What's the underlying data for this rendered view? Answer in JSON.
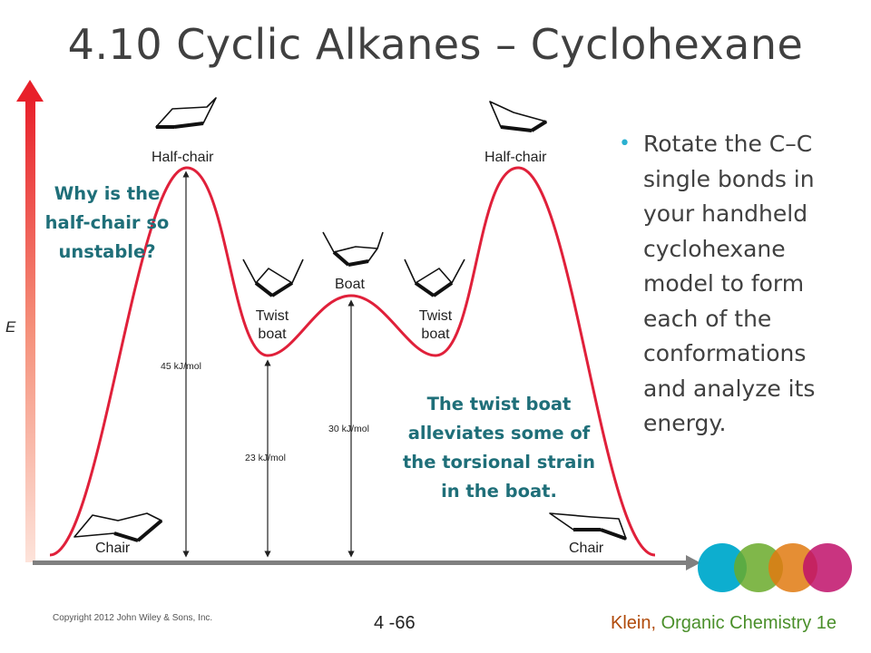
{
  "slide": {
    "title": "4.10 Cyclic Alkanes – Cyclohexane",
    "bullet": "Rotate the C–C single bonds in your handheld cyclohexane model to form each of the conformations and analyze its energy.",
    "note_halfchair": "Why is the half-chair so unstable?",
    "note_twistboat": "The twist boat alleviates some of the torsional strain in the boat.",
    "footer": {
      "copyright": "Copyright 2012 John Wiley & Sons, Inc.",
      "page": "4 -66",
      "author": "Klein,",
      "book": "Organic Chemistry 1e"
    }
  },
  "diagram": {
    "y_axis_label": "E",
    "conformations": {
      "chair_left": "Chair",
      "halfchair_left": "Half-chair",
      "twistboat_left_line1": "Twist",
      "twistboat_left_line2": "boat",
      "boat": "Boat",
      "twistboat_right_line1": "Twist",
      "twistboat_right_line2": "boat",
      "halfchair_right": "Half-chair",
      "chair_right": "Chair"
    },
    "energies": {
      "halfchair": "45 kJ/mol",
      "twistboat": "23 kJ/mol",
      "boat": "30 kJ/mol"
    },
    "colors": {
      "curve": "#e0203a",
      "axis_arrow_top": "#e8202a",
      "axis_arrow_bottom": "#fbd8d0",
      "baseline": "#808080",
      "note_text": "#1f6f79",
      "circles": [
        "#00aacc",
        "#6aaa2a",
        "#e07a10",
        "#c0106a"
      ]
    }
  }
}
